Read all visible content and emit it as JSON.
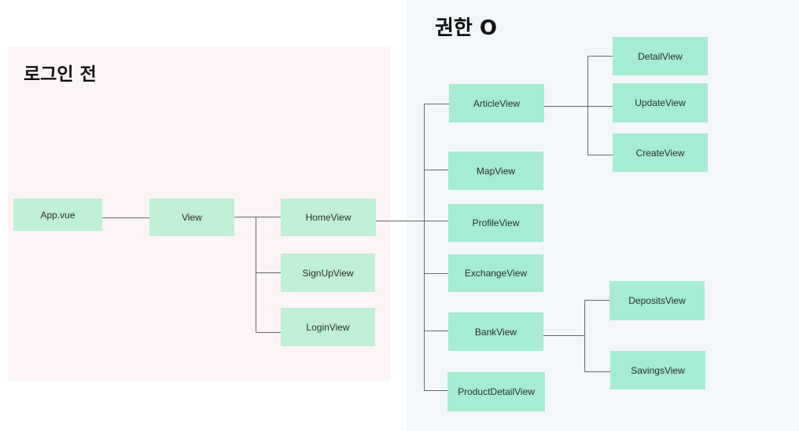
{
  "regions": {
    "before_login": {
      "title": "로그인 전"
    },
    "authorized": {
      "title": "권한 O"
    }
  },
  "nodes": {
    "app": "App.vue",
    "view": "View",
    "home": "HomeView",
    "signup": "SignUpView",
    "login": "LoginView",
    "article": "ArticleView",
    "map": "MapView",
    "profile": "ProfileView",
    "exchange": "ExchangeView",
    "bank": "BankView",
    "product_detail": "ProductDetailView",
    "detail": "DetailView",
    "update": "UpdateView",
    "create": "CreateView",
    "deposits": "DepositsView",
    "savings": "SavingsView"
  },
  "colors": {
    "before_bg": "#fdf4f5",
    "auth_bg": "#f3f7fa",
    "node_before": "#bff0d6",
    "node_auth": "#a5ecd3",
    "connector": "#666666"
  }
}
